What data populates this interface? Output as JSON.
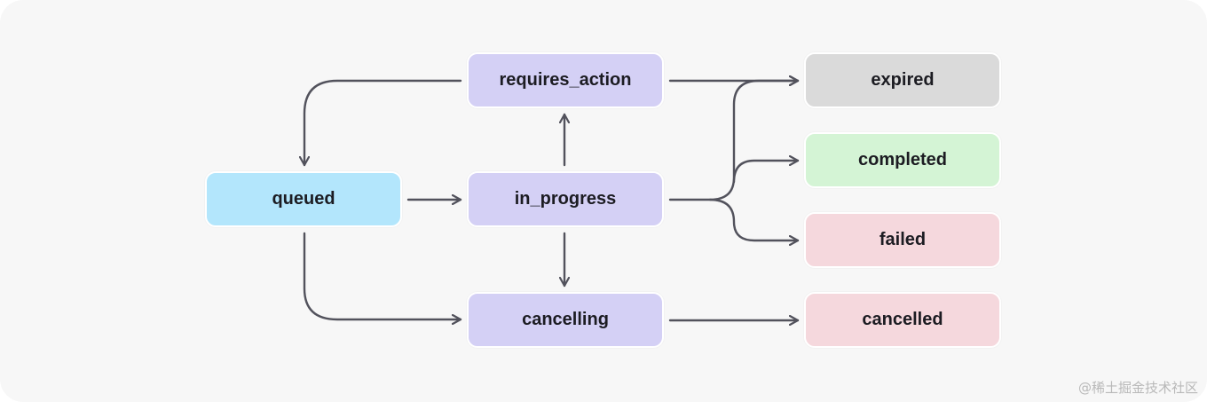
{
  "diagram": {
    "nodes": [
      {
        "id": "requires_action",
        "label": "requires_action",
        "color": "#d4d0f5"
      },
      {
        "id": "queued",
        "label": "queued",
        "color": "#b3e6fc"
      },
      {
        "id": "in_progress",
        "label": "in_progress",
        "color": "#d4d0f5"
      },
      {
        "id": "cancelling",
        "label": "cancelling",
        "color": "#d4d0f5"
      },
      {
        "id": "expired",
        "label": "expired",
        "color": "#dadada"
      },
      {
        "id": "completed",
        "label": "completed",
        "color": "#d4f4d5"
      },
      {
        "id": "failed",
        "label": "failed",
        "color": "#f5d8dd"
      },
      {
        "id": "cancelled",
        "label": "cancelled",
        "color": "#f5d8dd"
      }
    ],
    "edges": [
      {
        "from": "queued",
        "to": "in_progress"
      },
      {
        "from": "queued",
        "to": "cancelling"
      },
      {
        "from": "requires_action",
        "to": "queued"
      },
      {
        "from": "in_progress",
        "to": "requires_action"
      },
      {
        "from": "in_progress",
        "to": "cancelling"
      },
      {
        "from": "in_progress",
        "to": "expired"
      },
      {
        "from": "in_progress",
        "to": "completed"
      },
      {
        "from": "in_progress",
        "to": "failed"
      },
      {
        "from": "requires_action",
        "to": "expired"
      },
      {
        "from": "cancelling",
        "to": "cancelled"
      }
    ],
    "edge_color": "#52525c"
  },
  "watermark": "@稀土掘金技术社区"
}
